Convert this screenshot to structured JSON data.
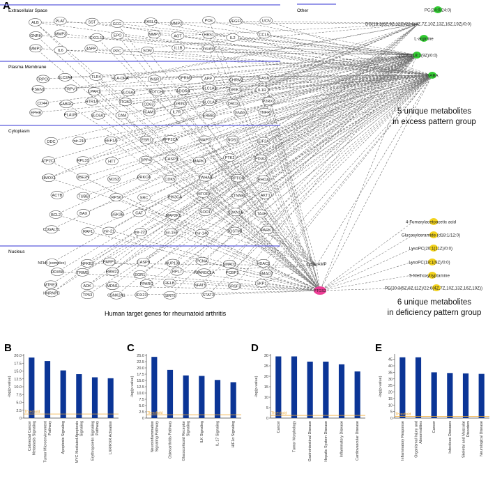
{
  "panel_a": {
    "letter": "A",
    "compartments": [
      "Extracellular Space",
      "Plasma Membrane",
      "Cytoplasm",
      "Nucleus"
    ],
    "other_label": "Other",
    "genes": {
      "extracellular": [
        "ALB",
        "PLAT",
        "SST",
        "GCG",
        "FASLG",
        "MMP2",
        "PCE",
        "VEGFC",
        "UCN",
        "GNRH",
        "MMP3",
        "CXCL12",
        "EPO",
        "MMP7",
        "AGT",
        "HBS1",
        "IL2",
        "CCL5",
        "MMP1",
        "IL6",
        "4APP",
        "PPC",
        "SOM",
        "IL1B",
        "Insulin"
      ],
      "membrane": [
        "TRPC6",
        "SLC2A4",
        "TLR4",
        "HLA-DRA",
        "INSR",
        "OPRM1",
        "APP",
        "CHRM2",
        "FASN",
        "PSEN1",
        "TRPV1",
        "LPAR1",
        "SLC6A4",
        "NOTCH1",
        "ADORA",
        "SLC1A3",
        "GRIK1",
        "IL1R",
        "CD44",
        "GABRG",
        "HTR1A",
        "ITGB2",
        "CD63",
        "GRIN2",
        "SLC1A2",
        "DRD3",
        "P2RX7",
        "EPHB",
        "PLAUR",
        "SLC6A1",
        "CAM",
        "ICAM1",
        "IL7R",
        "ERBB2",
        "GNAS",
        "TNFR"
      ],
      "cytoplasm": [
        "DDC",
        "mir-216",
        "EEF1A",
        "ESR1",
        "PPP2CA",
        "MAPT",
        "NOS1",
        "EIF2A",
        "ATP2C1",
        "RPL31",
        "HTT",
        "DPP4",
        "CASP3",
        "MAPK1",
        "PTK2",
        "PDIA3",
        "HMOX1",
        "UBE2N",
        "NOS3",
        "PRKCA",
        "CDK5",
        "YWHAB",
        "RPTOR",
        "RHOA",
        "ACTB",
        "TUBB",
        "RPS6",
        "SRC",
        "PIK3CA",
        "MTOR",
        "CTNNB1",
        "AKT1",
        "BCL2",
        "BAX",
        "GSK3B",
        "CAT",
        "MAP2K1",
        "SOD1",
        "CDKN1B",
        "LTA4H",
        "C1GALT1",
        "RAF1",
        "mir-21",
        "mir-223",
        "mir-155",
        "mir-146",
        "SQSTM1",
        "PARK7"
      ],
      "nucleus": [
        "NFkB (complex)",
        "NFKB2",
        "PARP1",
        "CASP8",
        "NUP133",
        "PCNA",
        "SMAD3",
        "HDAC1",
        "DDX58",
        "TRIM5",
        "RBM22",
        "EGR1",
        "RPL7",
        "PPARGC1A",
        "PCBP1",
        "SMAD7",
        "MTREX",
        "ADK",
        "MDN1",
        "PPARG",
        "RELB",
        "NFAT5",
        "SRSF2",
        "SKP1",
        "HNRNPC",
        "TP53",
        "CSNK2A1",
        "IDX23",
        "SIRT6",
        "STAT3"
      ]
    },
    "excess_metabolites": [
      {
        "name": "PC(24:0/24:0)",
        "color": "#33cc33"
      },
      {
        "name": "DG(18:3(6Z,9Z,12Z)/22:6(4Z,7Z,10Z,13Z,16Z,19Z)/0:0)",
        "color": ""
      },
      {
        "name": "L-arginine",
        "color": "#33cc33"
      },
      {
        "name": "LysoPC(18:1(9Z)/0:0)",
        "color": "#33cc33"
      },
      {
        "name": "GABA",
        "color": "#33cc33"
      }
    ],
    "deficiency_metabolites": [
      {
        "name": "4-Fumarylacetoacetic acid",
        "color": "#f2d21c"
      },
      {
        "name": "Glucosylceramide (d18:1/12:0)",
        "color": "#f2d21c"
      },
      {
        "name": "LysoPC(20:1(11Z)/0:0)",
        "color": "#f2d21c"
      },
      {
        "name": "LysoPC(18:1(9Z)/0:0)",
        "color": "#f2d21c"
      },
      {
        "name": "5-Methoxytryptamine",
        "color": "#f2d21c"
      },
      {
        "name": "PE(20:3(5Z,8Z,11Z)/22:6(4Z,7Z,10Z,13Z,16Z,19Z))",
        "color": "#f2d21c"
      }
    ],
    "hub_excess": "GABA",
    "hub_deficiency": "PTGS2",
    "cyclic_amp": "cyclic AMP",
    "note_excess": [
      "5 unique metabolites",
      "in excess pattern group"
    ],
    "note_deficiency": [
      "6 unique metabolites",
      "in deficiency pattern group"
    ],
    "caption_genes": "Human target genes for rheumatoid arthritis",
    "compartment_line_color": "#5a5adc",
    "edge_color": "#6e6e6e"
  },
  "chart_data": [
    {
      "panel": "B",
      "type": "bar",
      "ylabel": "-log(p-value)",
      "threshold_label": "Threshold",
      "ylim": [
        0,
        20
      ],
      "yticks": [
        0,
        2.5,
        5.0,
        7.5,
        10.0,
        12.5,
        15.0,
        17.5,
        20.0
      ],
      "ytick_labels": [
        "0",
        "2.5",
        "5.0",
        "7.5",
        "10.0",
        "12.5",
        "15.0",
        "17.5",
        "20.0"
      ],
      "categories": [
        "Colorectal Cancer Metastasis Signaling",
        "Tumor Microenvironment Pathway",
        "Apoptosis Signaling",
        "MYC Mediated Apoptosis Signaling",
        "Erythropoietin Signaling Pathway",
        "LXR/RXR Activation"
      ],
      "values": [
        19.3,
        18.2,
        15.2,
        14.0,
        13.0,
        12.7
      ],
      "threshold": 1.3,
      "bar_color": "#0b3596",
      "threshold_color": "#f0a830"
    },
    {
      "panel": "C",
      "type": "bar",
      "ylabel": "-log(p-value)",
      "threshold_label": "Threshold",
      "ylim": [
        0,
        25
      ],
      "yticks": [
        0,
        2.5,
        5.0,
        7.5,
        10.0,
        12.5,
        15.0,
        17.5,
        20.0,
        22.5,
        25.0
      ],
      "ytick_labels": [
        "0",
        "2.5",
        "5.0",
        "7.5",
        "10.0",
        "12.5",
        "15.0",
        "17.5",
        "20.0",
        "22.5",
        "25.0"
      ],
      "categories": [
        "Neuroinflammation Signaling Pathway",
        "Osteoarthritis Pathway",
        "Glucocorticoid Receptor Signaling",
        "ILK Signaling",
        "IL-17 Signaling",
        "HIF1α Signaling"
      ],
      "values": [
        24.4,
        19.2,
        17.0,
        16.8,
        15.2,
        14.3
      ],
      "threshold": 1.3,
      "bar_color": "#0b3596",
      "threshold_color": "#f0a830"
    },
    {
      "panel": "D",
      "type": "bar",
      "ylabel": "-log(p-value)",
      "threshold_label": "Threshold",
      "ylim": [
        0,
        30
      ],
      "yticks": [
        0,
        5,
        10,
        15,
        20,
        25,
        30
      ],
      "ytick_labels": [
        "0",
        "5",
        "10",
        "15",
        "20",
        "25",
        "30"
      ],
      "categories": [
        "Cancer",
        "Tumor Morphology",
        "Gastrointestinal Disease",
        "Hepatic System Disease",
        "Inflammatory Disease",
        "Cardiovascular Disease"
      ],
      "values": [
        29.5,
        29.5,
        27.0,
        27.0,
        25.7,
        22.3
      ],
      "threshold": 1.3,
      "bar_color": "#0b3596",
      "threshold_color": "#f0a830"
    },
    {
      "panel": "E",
      "type": "bar",
      "ylabel": "-log(p-value)",
      "threshold_label": "Threshold",
      "ylim": [
        0,
        48
      ],
      "yticks": [
        0,
        5,
        10,
        15,
        20,
        25,
        30,
        35,
        40,
        45
      ],
      "ytick_labels": [
        "0",
        "5",
        "10",
        "15",
        "20",
        "25",
        "30",
        "35",
        "40",
        "45"
      ],
      "categories": [
        "Inflammatory Response",
        "Organismal Injury and Abnormalities",
        "Cancer",
        "Infectious Diseases",
        "Skeletal and Muscular Disorders",
        "Neurological Disease"
      ],
      "values": [
        46.5,
        46.5,
        35.0,
        34.5,
        34.2,
        33.8
      ],
      "threshold": 1.3,
      "bar_color": "#0b3596",
      "threshold_color": "#f0a830"
    }
  ]
}
